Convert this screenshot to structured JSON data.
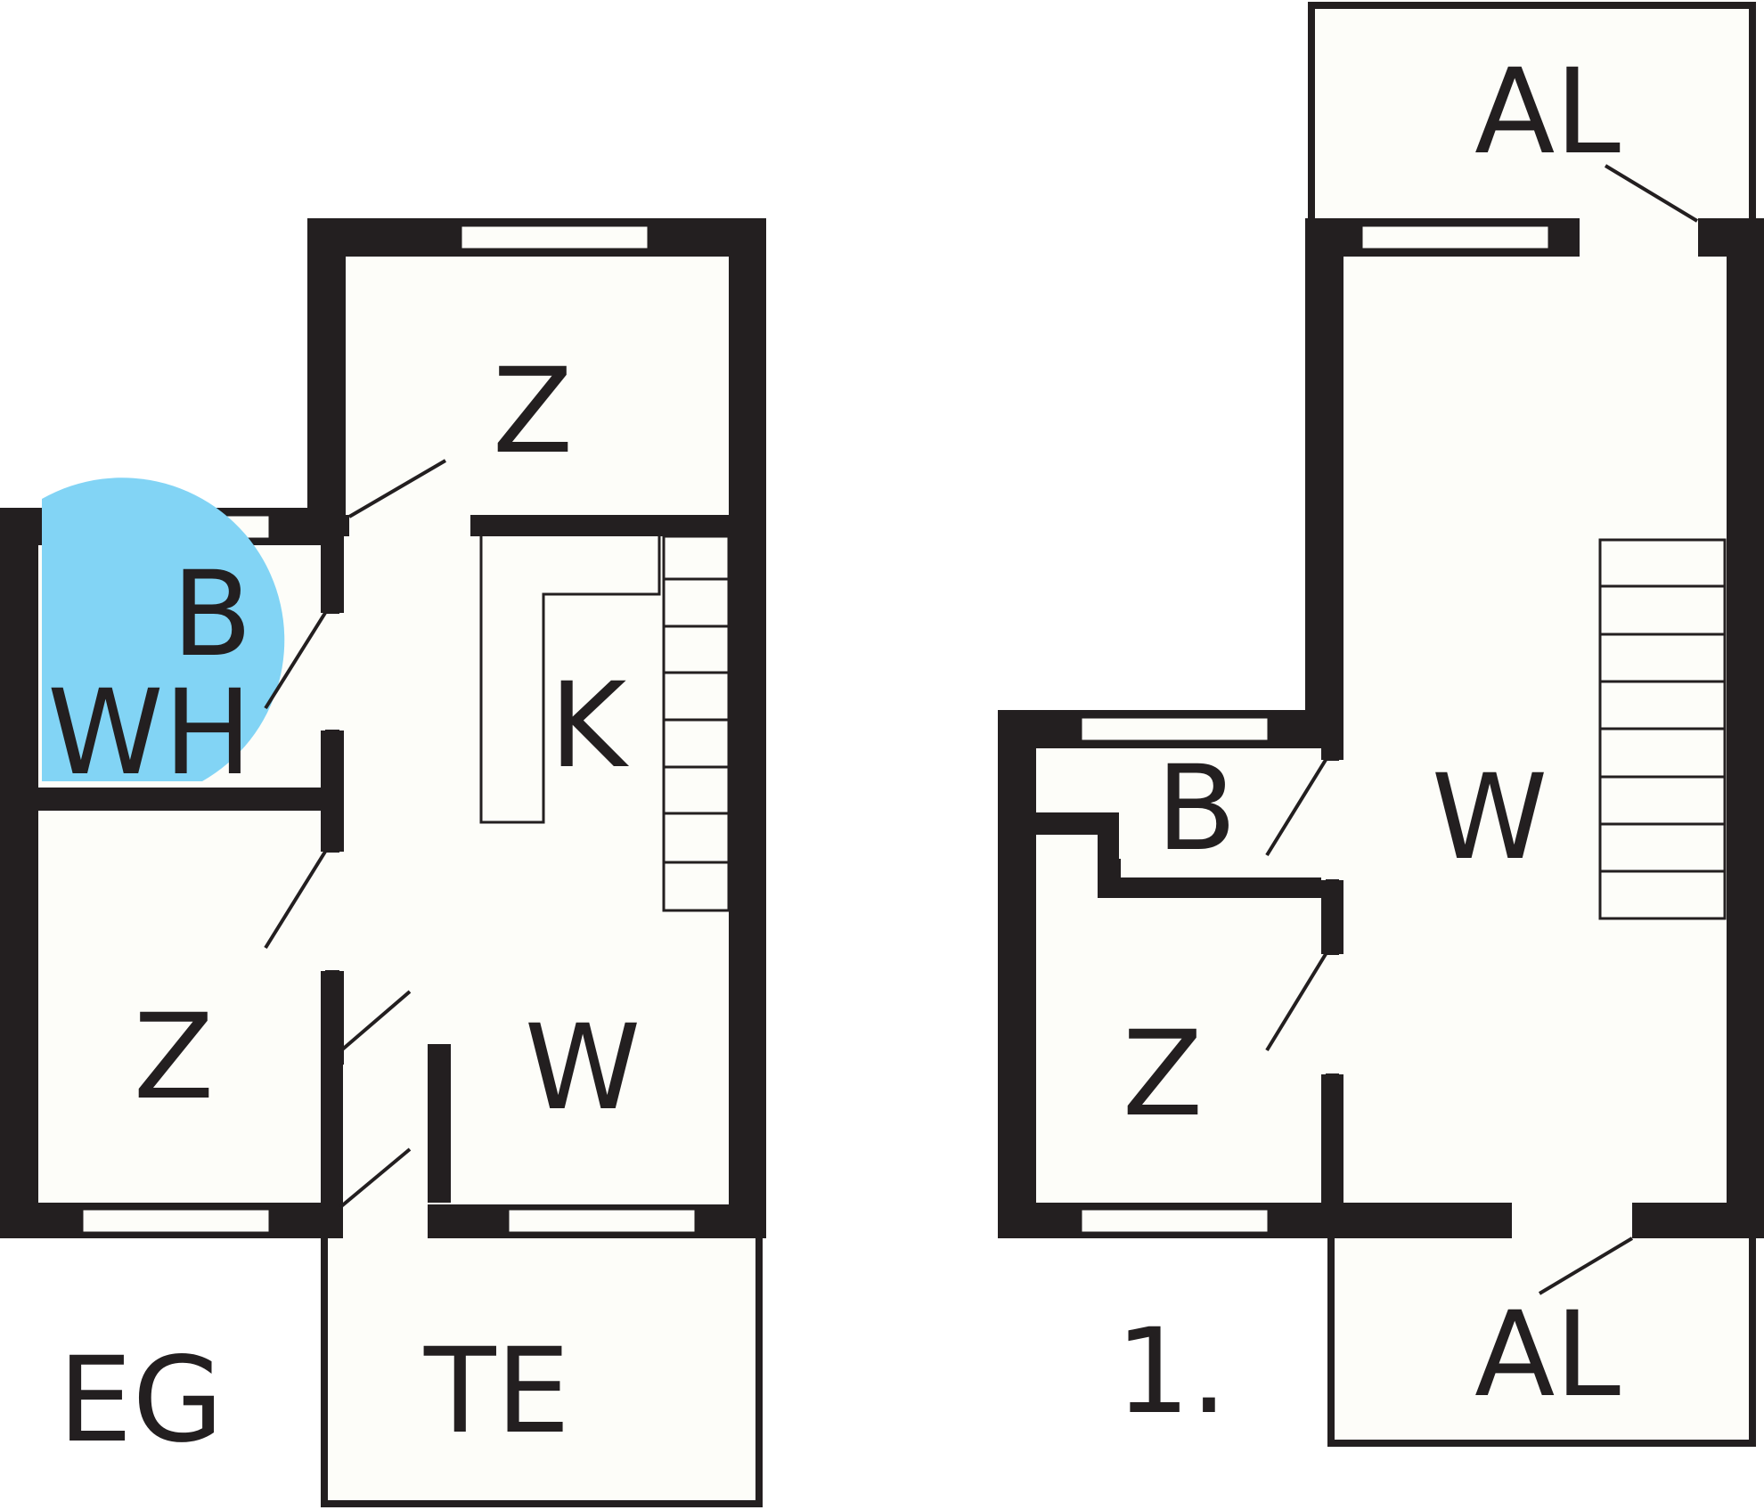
{
  "floors": [
    {
      "id": "ground",
      "label": "EG",
      "rooms": [
        {
          "id": "z-top",
          "label": "Z"
        },
        {
          "id": "b",
          "label": "B"
        },
        {
          "id": "wh",
          "label": "WH"
        },
        {
          "id": "k",
          "label": "K"
        },
        {
          "id": "z-left",
          "label": "Z"
        },
        {
          "id": "w",
          "label": "W"
        },
        {
          "id": "te",
          "label": "TE"
        }
      ]
    },
    {
      "id": "first",
      "label": "1.",
      "rooms": [
        {
          "id": "al-top",
          "label": "AL"
        },
        {
          "id": "w",
          "label": "W"
        },
        {
          "id": "b",
          "label": "B"
        },
        {
          "id": "z",
          "label": "Z"
        },
        {
          "id": "al-bottom",
          "label": "AL"
        }
      ]
    }
  ],
  "colors": {
    "wall": "#231f20",
    "floor_fill": "#fdfdf9",
    "tub": "#82d4f5",
    "background": "#ffffff"
  }
}
